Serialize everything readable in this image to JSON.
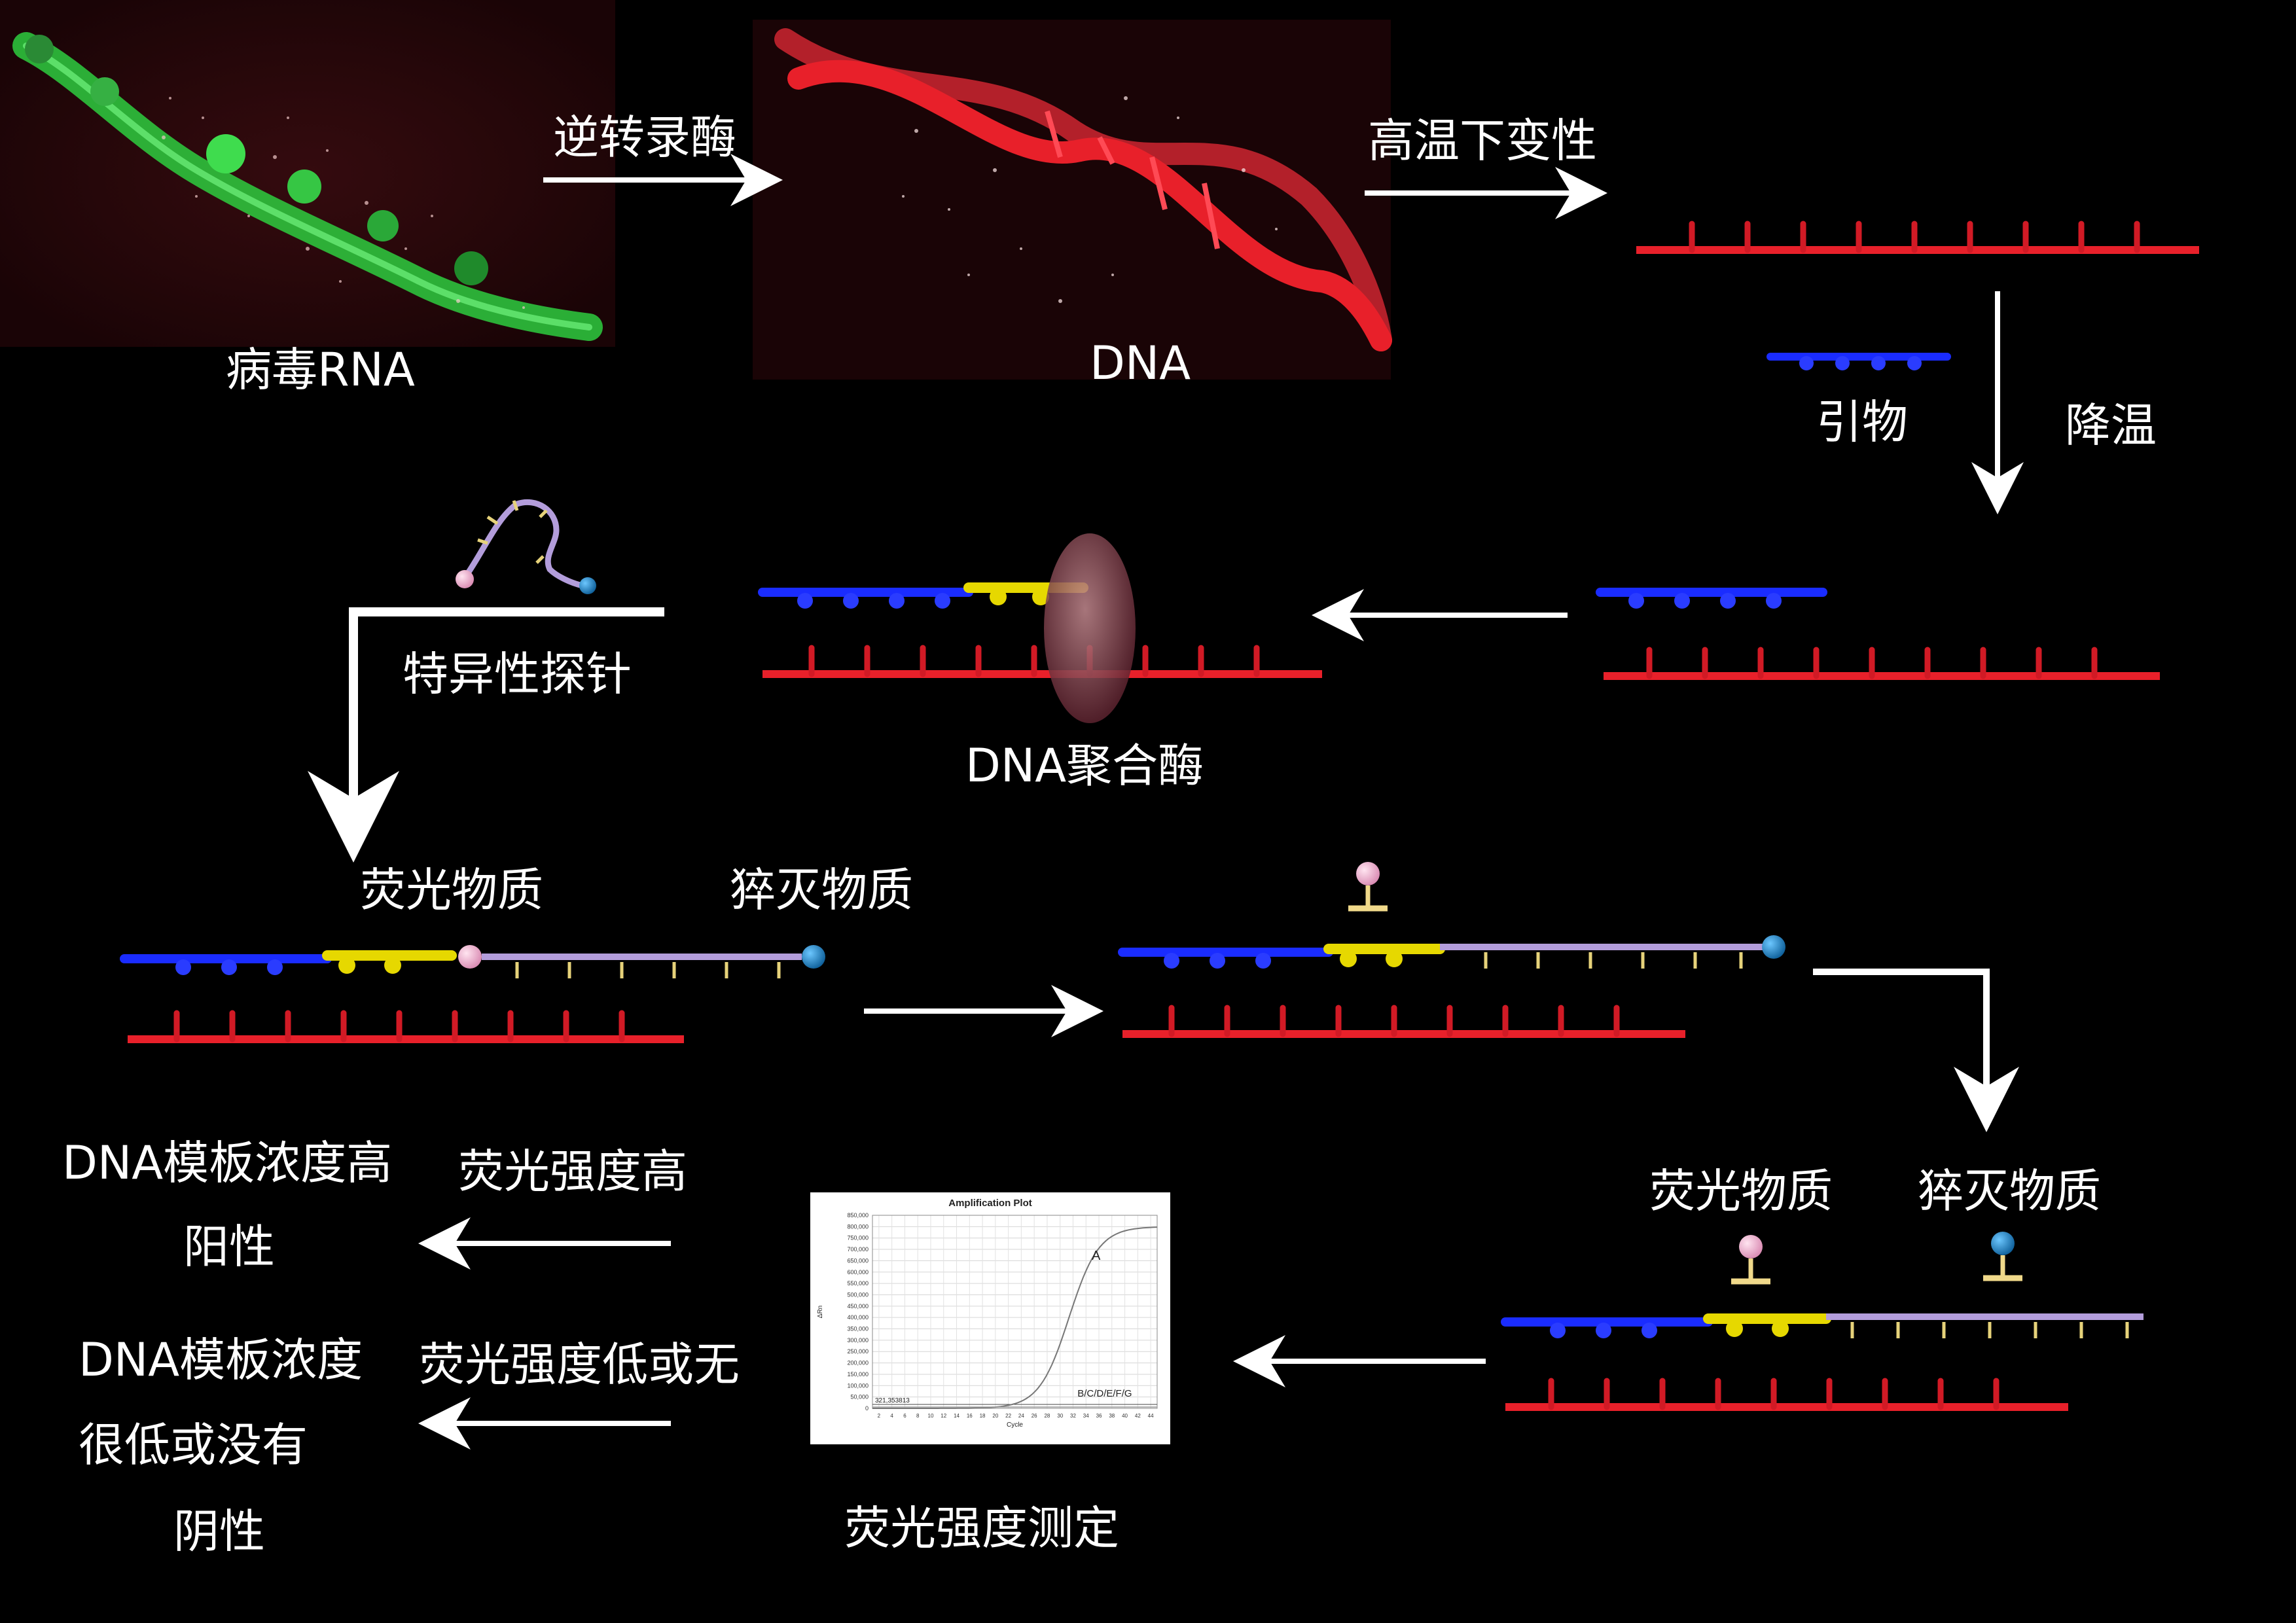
{
  "labels": {
    "viral_rna": "病毒RNA",
    "reverse_transcriptase": "逆转录酶",
    "dna": "DNA",
    "denature": "高温下变性",
    "primer": "引物",
    "anneal": "降温",
    "specific_probe": "特异性探针",
    "dna_polymerase": "DNA聚合酶",
    "fluorophore_1": "荧光物质",
    "quencher_1": "猝灭物质",
    "fluorophore_2": "荧光物质",
    "quencher_2": "猝灭物质",
    "high_template": "DNA模板浓度高",
    "positive": "阳性",
    "high_fluorescence": "荧光强度高",
    "low_template_1": "DNA模板浓度",
    "low_template_2": "很低或没有",
    "negative": "阴性",
    "low_fluorescence": "荧光强度低或无",
    "measure_fluorescence": "荧光强度测定"
  },
  "plot": {
    "title": "Amplification Plot",
    "y_axis_label": "ΔRn",
    "x_axis_label": "Cycle",
    "y_ticks": [
      "850,000",
      "800,000",
      "750,000",
      "700,000",
      "650,000",
      "600,000",
      "550,000",
      "500,000",
      "450,000",
      "400,000",
      "350,000",
      "300,000",
      "250,000",
      "200,000",
      "150,000",
      "100,000",
      "50,000",
      "0"
    ],
    "x_ticks": [
      "2",
      "4",
      "6",
      "8",
      "10",
      "12",
      "14",
      "16",
      "18",
      "20",
      "22",
      "24",
      "26",
      "28",
      "30",
      "32",
      "34",
      "36",
      "38",
      "40",
      "42",
      "44"
    ],
    "threshold_label": "321,353813",
    "curve_a_label": "A",
    "curve_others_label": "B/C/D/E/F/G"
  },
  "colors": {
    "background": "#000000",
    "arrow": "#ffffff",
    "rna_green": "#2ecc40",
    "dna_red": "#e8202a",
    "primer_blue": "#1a2cff",
    "probe_yellow": "#e6d800",
    "probe_purple": "#b39ddb",
    "fluor_pink": "#f4b6d2",
    "quench_blue": "#1e90d6",
    "polymerase": "#8a4a55"
  }
}
